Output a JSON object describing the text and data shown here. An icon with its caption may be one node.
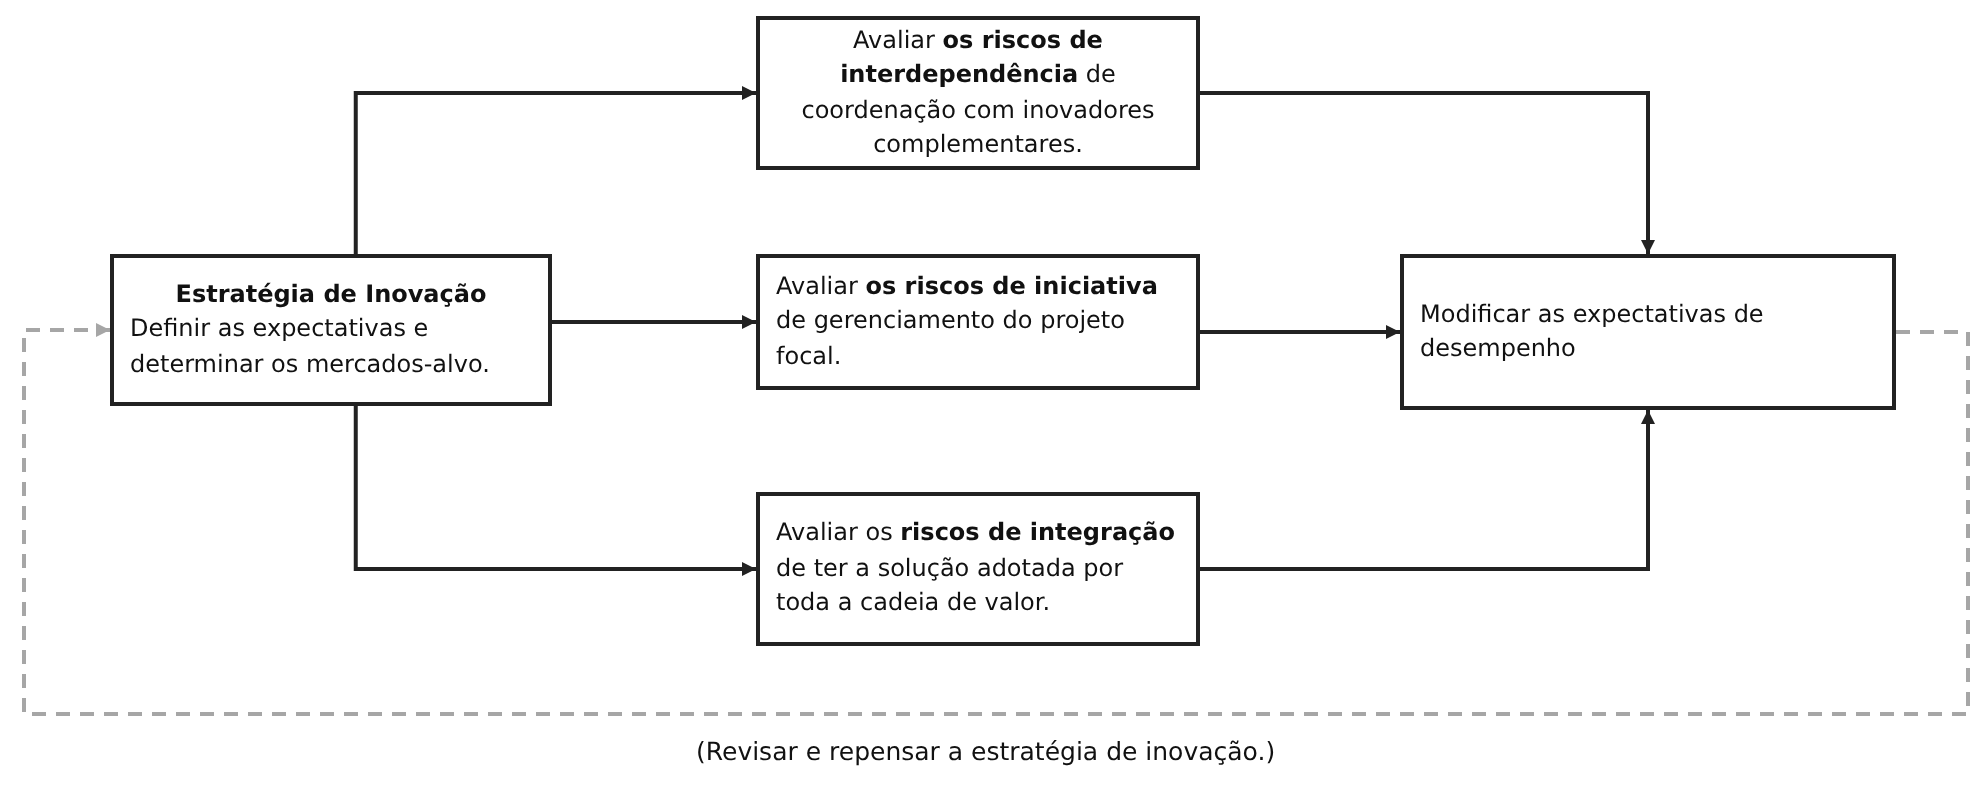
{
  "diagram": {
    "nodes": [
      {
        "text": [
          "Estratégia de Inovação",
          "Definir as expectativas e determinar os mercados-alvo."
        ]
      },
      {
        "text": [
          "Avaliar **os riscos de interdependência** de coordenação com inovadores complementares."
        ]
      },
      {
        "text": [
          "Avaliar **os riscos de iniciativa** de gerenciamento do projeto focal."
        ]
      },
      {
        "text": [
          "Avaliar os **riscos de integração** de ter a solução adotada por toda a cadeia de valor."
        ]
      },
      {
        "text": [
          "Modificar as expectativas de desempenho"
        ]
      }
    ],
    "edges": [
      {
        "from": 0,
        "to": 1,
        "arrow": "to"
      },
      {
        "from": 0,
        "to": 2,
        "arrow": "to"
      },
      {
        "from": 0,
        "to": 3,
        "arrow": "to"
      },
      {
        "from": 1,
        "to": 4,
        "arrow": "to"
      },
      {
        "from": 2,
        "to": 4,
        "arrow": "to"
      },
      {
        "from": 3,
        "to": 4,
        "arrow": "to"
      },
      {
        "from": 4,
        "to": 0,
        "arrow": "to",
        "style": "dashed",
        "color": "#a6a6a6",
        "label": "(Revisar e repensar a estratégia de inovação.)"
      }
    ]
  }
}
